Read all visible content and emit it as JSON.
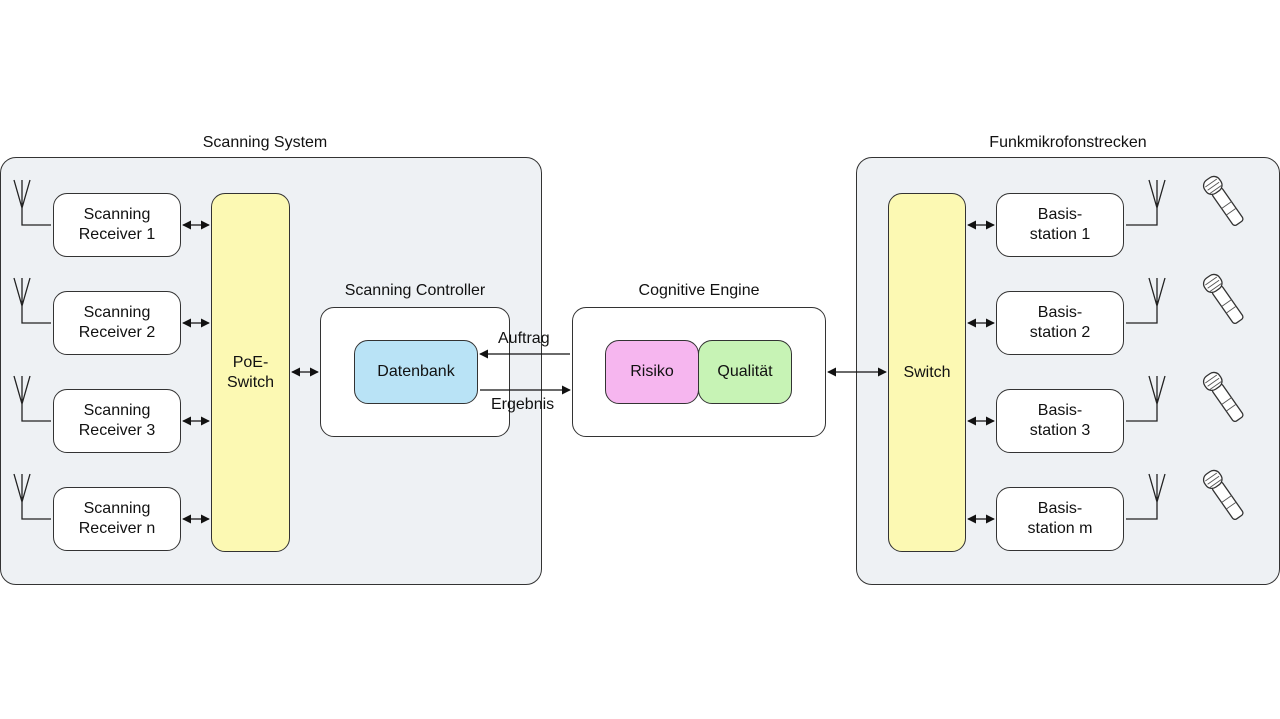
{
  "scanning_system": {
    "title": "Scanning System",
    "receivers": [
      {
        "line1": "Scanning",
        "line2": "Receiver 1"
      },
      {
        "line1": "Scanning",
        "line2": "Receiver 2"
      },
      {
        "line1": "Scanning",
        "line2": "Receiver 3"
      },
      {
        "line1": "Scanning",
        "line2": "Receiver n"
      }
    ],
    "switch": {
      "line1": "PoE-",
      "line2": "Switch"
    },
    "controller": {
      "title": "Scanning Controller",
      "database": "Datenbank"
    }
  },
  "links": {
    "request": "Auftrag",
    "result": "Ergebnis"
  },
  "cognitive_engine": {
    "title": "Cognitive Engine",
    "risk": "Risiko",
    "quality": "Qualität"
  },
  "funk": {
    "title": "Funkmikrofonstrecken",
    "switch": "Switch",
    "stations": [
      {
        "line1": "Basis-",
        "line2": "station 1"
      },
      {
        "line1": "Basis-",
        "line2": "station 2"
      },
      {
        "line1": "Basis-",
        "line2": "station 3"
      },
      {
        "line1": "Basis-",
        "line2": "station m"
      }
    ]
  },
  "colors": {
    "panel": "#eef1f4",
    "switch": "#fcf9b3",
    "database": "#b9e3f6",
    "risk": "#f6b6ef",
    "quality": "#c7f3b5"
  },
  "icons": [
    "antenna-icon",
    "microphone-icon"
  ]
}
